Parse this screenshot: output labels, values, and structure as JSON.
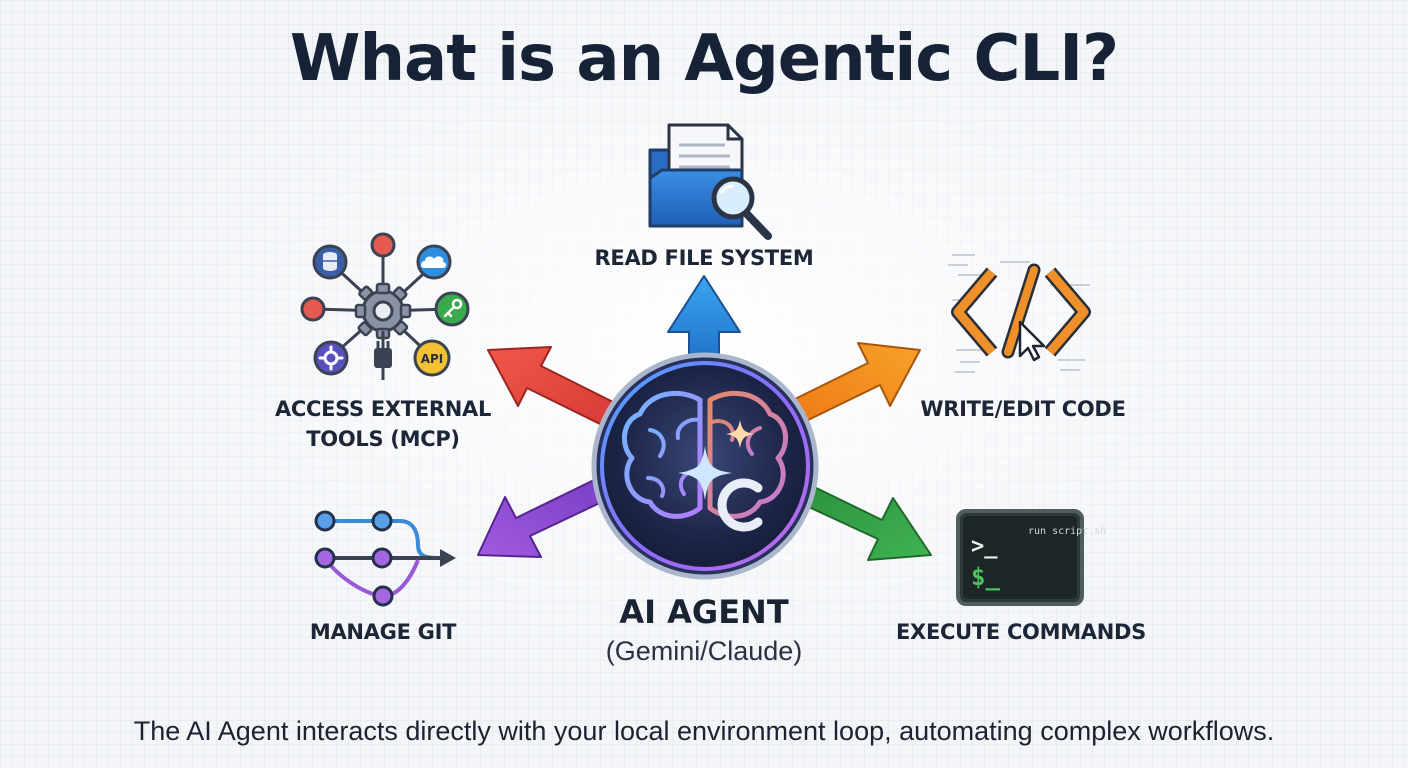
{
  "title": "What is an Agentic CLI?",
  "center": {
    "name": "AI AGENT",
    "subtitle": "(Gemini/Claude)"
  },
  "capabilities": {
    "read": "READ FILE SYSTEM",
    "write": "WRITE/EDIT CODE",
    "execute": "EXECUTE COMMANDS",
    "git": "MANAGE GIT",
    "tools_line1": "ACCESS EXTERNAL",
    "tools_line2": "TOOLS (MCP)"
  },
  "icons": {
    "read": "folder-search-icon",
    "write": "code-edit-icon",
    "execute": "terminal-icon",
    "git": "git-branch-icon",
    "tools": "mcp-network-icon",
    "center": "brain-icon"
  },
  "terminal": {
    "command": "run script.sh",
    "prompt1": ">_",
    "prompt2": "$_"
  },
  "api_badge": "API",
  "center_badge": "C",
  "footer": "The AI Agent interacts directly with your local environment loop, automating complex workflows.",
  "colors": {
    "read": "#2a8ee0",
    "write": "#f08a1c",
    "execute": "#37a84a",
    "git": "#9b4fd6",
    "tools": "#e8443a"
  }
}
